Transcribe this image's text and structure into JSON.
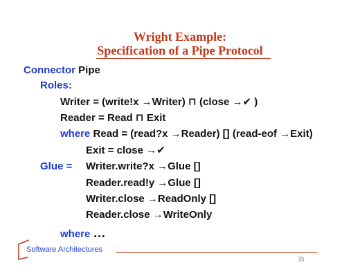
{
  "slide": {
    "title_line1": "Wright Example:",
    "title_line2": "Specification of a Pipe Protocol",
    "lines": {
      "connector_kw": "Connector",
      "connector_name": "Pipe",
      "roles": "Roles:",
      "writer": "Writer = (write!x →Writer) ⊓ (close →✔ )",
      "reader": "Reader = Read ⊓ Exit",
      "where_kw": "where",
      "read_def": "Read = (read?x →Reader) [] (read-eof →Exit)",
      "exit_def": "Exit = close →✔",
      "glue_kw": "Glue =",
      "glue1": "Writer.write?x →Glue []",
      "glue2": "Reader.read!y →Glue []",
      "glue3": "Writer.close →ReadOnly []",
      "glue4": "Reader.close →WriteOnly",
      "where2_kw": "where",
      "where2_dots": "…"
    },
    "footer": {
      "label": "Software Architectures",
      "page_number": "33"
    }
  },
  "colors": {
    "title": "#c03a1a",
    "keyword": "#1f3ecf",
    "body": "#111111"
  }
}
